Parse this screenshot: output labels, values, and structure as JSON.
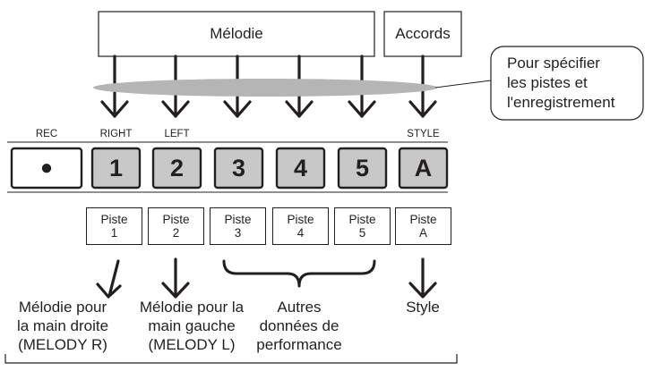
{
  "top_boxes": {
    "melody": "Mélodie",
    "chords": "Accords"
  },
  "callout": {
    "lines": [
      "Pour spécifier",
      "les pistes et",
      "l'enregistrement"
    ]
  },
  "buttons": [
    {
      "top_label": "REC",
      "symbol": "●"
    },
    {
      "top_label": "RIGHT",
      "symbol": "1"
    },
    {
      "top_label": "LEFT",
      "symbol": "2"
    },
    {
      "top_label": "",
      "symbol": "3"
    },
    {
      "top_label": "",
      "symbol": "4"
    },
    {
      "top_label": "",
      "symbol": "5"
    },
    {
      "top_label": "STYLE",
      "symbol": "A"
    }
  ],
  "tracks": [
    {
      "line1": "Piste",
      "line2": "1"
    },
    {
      "line1": "Piste",
      "line2": "2"
    },
    {
      "line1": "Piste",
      "line2": "3"
    },
    {
      "line1": "Piste",
      "line2": "4"
    },
    {
      "line1": "Piste",
      "line2": "5"
    },
    {
      "line1": "Piste",
      "line2": "A"
    }
  ],
  "descriptions": {
    "right_hand": [
      "Mélodie pour",
      "la main droite",
      "(MELODY R)"
    ],
    "left_hand": [
      "Mélodie pour la",
      "main gauche",
      "(MELODY L)"
    ],
    "other": [
      "Autres",
      "données de",
      "performance"
    ],
    "style": [
      "Style"
    ]
  },
  "colors": {
    "ink": "#231f20",
    "button_fill": "#c8c8c8",
    "ellipse_fill": "#b5b5b5"
  }
}
